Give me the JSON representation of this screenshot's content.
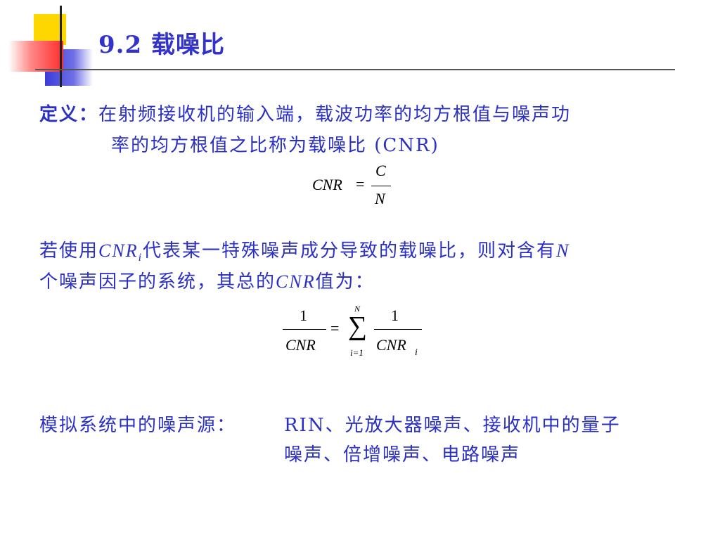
{
  "slide": {
    "title": "9.2 载噪比"
  },
  "definition": {
    "label": "定义：",
    "line1": "在射频接收机的输入端，载波功率的均方根值与噪声功",
    "line2": "率的均方根值之比称为载噪比 (CNR)"
  },
  "formula1": {
    "lhs": "CNR",
    "eq": "=",
    "numerator": "C",
    "denominator": "N"
  },
  "paragraph2": {
    "pre": "若使用",
    "cnr": "CNR",
    "sub_i": "i",
    "mid": "代表某一特殊噪声成分导致的载噪比，则对含有",
    "n": "N",
    "line2_pre": "个噪声因子的系统，其总的",
    "cnr2": "CNR",
    "line2_post": "值为："
  },
  "formula2": {
    "lhs_num": "1",
    "lhs_den": "CNR",
    "eq": "=",
    "sum_upper": "N",
    "sum_lower": "i=1",
    "sum_symbol": "∑",
    "rhs_num": "1",
    "rhs_den": "CNR",
    "rhs_sub": "i"
  },
  "sources": {
    "label": "模拟系统中的噪声源：",
    "line1": "RIN、光放大器噪声、接收机中的量子",
    "line2": "噪声、倍增噪声、电路噪声"
  },
  "colors": {
    "accent_blue": "#2a2fc6",
    "deco_yellow": "#ffd700",
    "deco_blue": "#3b3bd9",
    "deco_red": "#ff3b3b"
  }
}
